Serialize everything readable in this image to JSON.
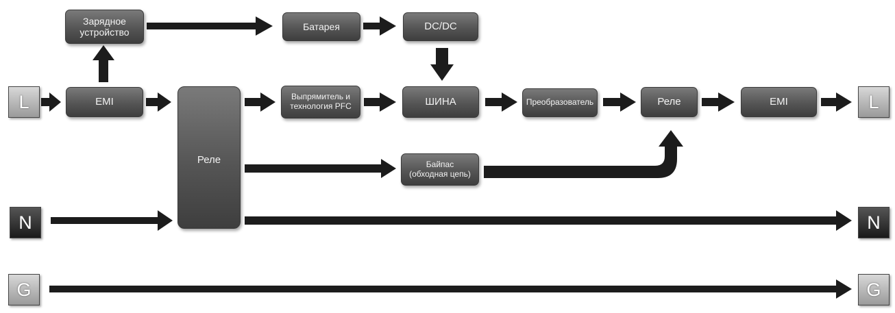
{
  "terminals": {
    "in_l": "L",
    "in_n": "N",
    "in_g": "G",
    "out_l": "L",
    "out_n": "N",
    "out_g": "G"
  },
  "blocks": {
    "charger_line1": "Зарядное",
    "charger_line2": "устройство",
    "battery": "Батарея",
    "dcdc": "DC/DC",
    "emi_in": "EMI",
    "relay_main": "Реле",
    "rectifier_line1": "Выпрямитель и",
    "rectifier_line2": "технология PFC",
    "bus": "ШИНА",
    "converter": "Преобразователь",
    "relay_out": "Реле",
    "emi_out": "EMI",
    "bypass_line1": "Байпас",
    "bypass_line2": "(обходная цепь)"
  },
  "colors": {
    "arrow": "#1c1c1c",
    "block": "#555555"
  }
}
